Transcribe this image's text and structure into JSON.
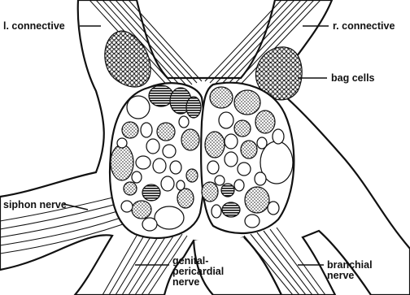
{
  "diagram": {
    "labels": {
      "l_connective": "l. connective",
      "r_connective": "r. connective",
      "bag_cells": "bag cells",
      "siphon_nerve": "siphon nerve",
      "genital_pericardial_nerve": [
        "genital-",
        "pericardial",
        "nerve"
      ],
      "branchial_nerve": [
        "branchial",
        "nerve"
      ]
    }
  }
}
